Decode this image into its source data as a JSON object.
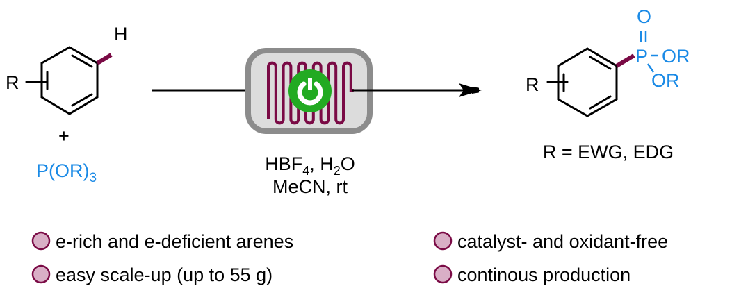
{
  "colors": {
    "accent_bond": "#7a0a45",
    "reagent_blue": "#1a8ae6",
    "reactor_green": "#22aa22",
    "bullet_fill": "#d9afc6"
  },
  "reactant": {
    "r_label": "R",
    "h_label": "H",
    "plus": "+",
    "phosphite": "P(OR)",
    "phosphite_sub": "3"
  },
  "conditions": {
    "line1_a": "HBF",
    "line1_a_sub": "4",
    "line1_b": ", H",
    "line1_b_sub": "2",
    "line1_c": "O",
    "line2": "MeCN, rt"
  },
  "reactor": {
    "icon": "power-icon"
  },
  "product": {
    "r_label": "R",
    "p_label": "P",
    "o_label": "O",
    "or1": "OR",
    "or2": "OR",
    "scope": "R = EWG, EDG"
  },
  "features": [
    "e-rich and e-deficient arenes",
    "easy scale-up (up to 55 g)",
    "catalyst- and oxidant-free",
    "continous production"
  ]
}
